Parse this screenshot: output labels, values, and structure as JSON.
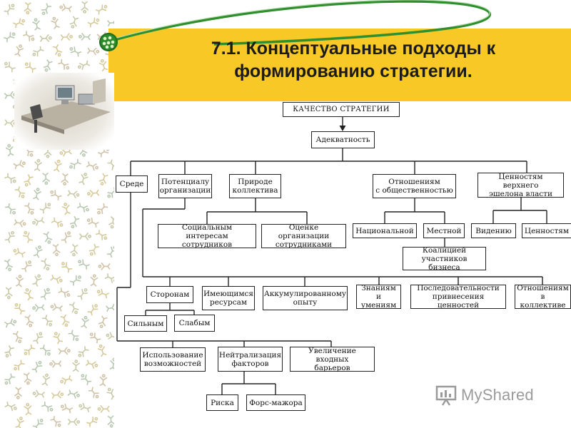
{
  "colors": {
    "banner": "#f7c826",
    "arc": "#2f8f2f",
    "box_border": "#222222",
    "background": "#ffffff"
  },
  "slide": {
    "title_line1": "7.1. Концептуальные подходы к",
    "title_line2": "формированию стратегии."
  },
  "diagram": {
    "nodes": {
      "quality": "КАЧЕСТВО СТРАТЕГИИ",
      "adequacy": "Адекватность",
      "environment": "Среде",
      "potential": "Потенциалу\nорганизации",
      "nature": "Природе\nколлектива",
      "public": "Отношениям\nс общественностью",
      "values_top": "Ценностям верхнего\nэшелона власти",
      "social": "Социальным интересам\nсотрудников",
      "assessment": "Оценке организации\nсотрудниками",
      "national": "Национальной",
      "local": "Местной",
      "coalition": "Коалицией\nучастников бизнеса",
      "vision": "Видению",
      "values": "Ценностям",
      "sides": "Сторонам",
      "resources": "Имеющимся\nресурсам",
      "experience": "Аккумулированному\nопыту",
      "knowledge": "Знаниям\nи умениям",
      "consistency": "Последовательности\nпривнесения ценностей",
      "relations": "Отношениям\nв коллективе",
      "strong": "Сильным",
      "weak": "Слабым",
      "opportunities": "Использование\nвозможностей",
      "neutralization": "Нейтрализация\nфакторов",
      "barriers": "Увеличение входных\nбарьеров",
      "risk": "Риска",
      "force_majeure": "Форс-мажора"
    }
  },
  "watermark": {
    "text": "MyShared",
    "icon": "presentation-board-icon"
  }
}
